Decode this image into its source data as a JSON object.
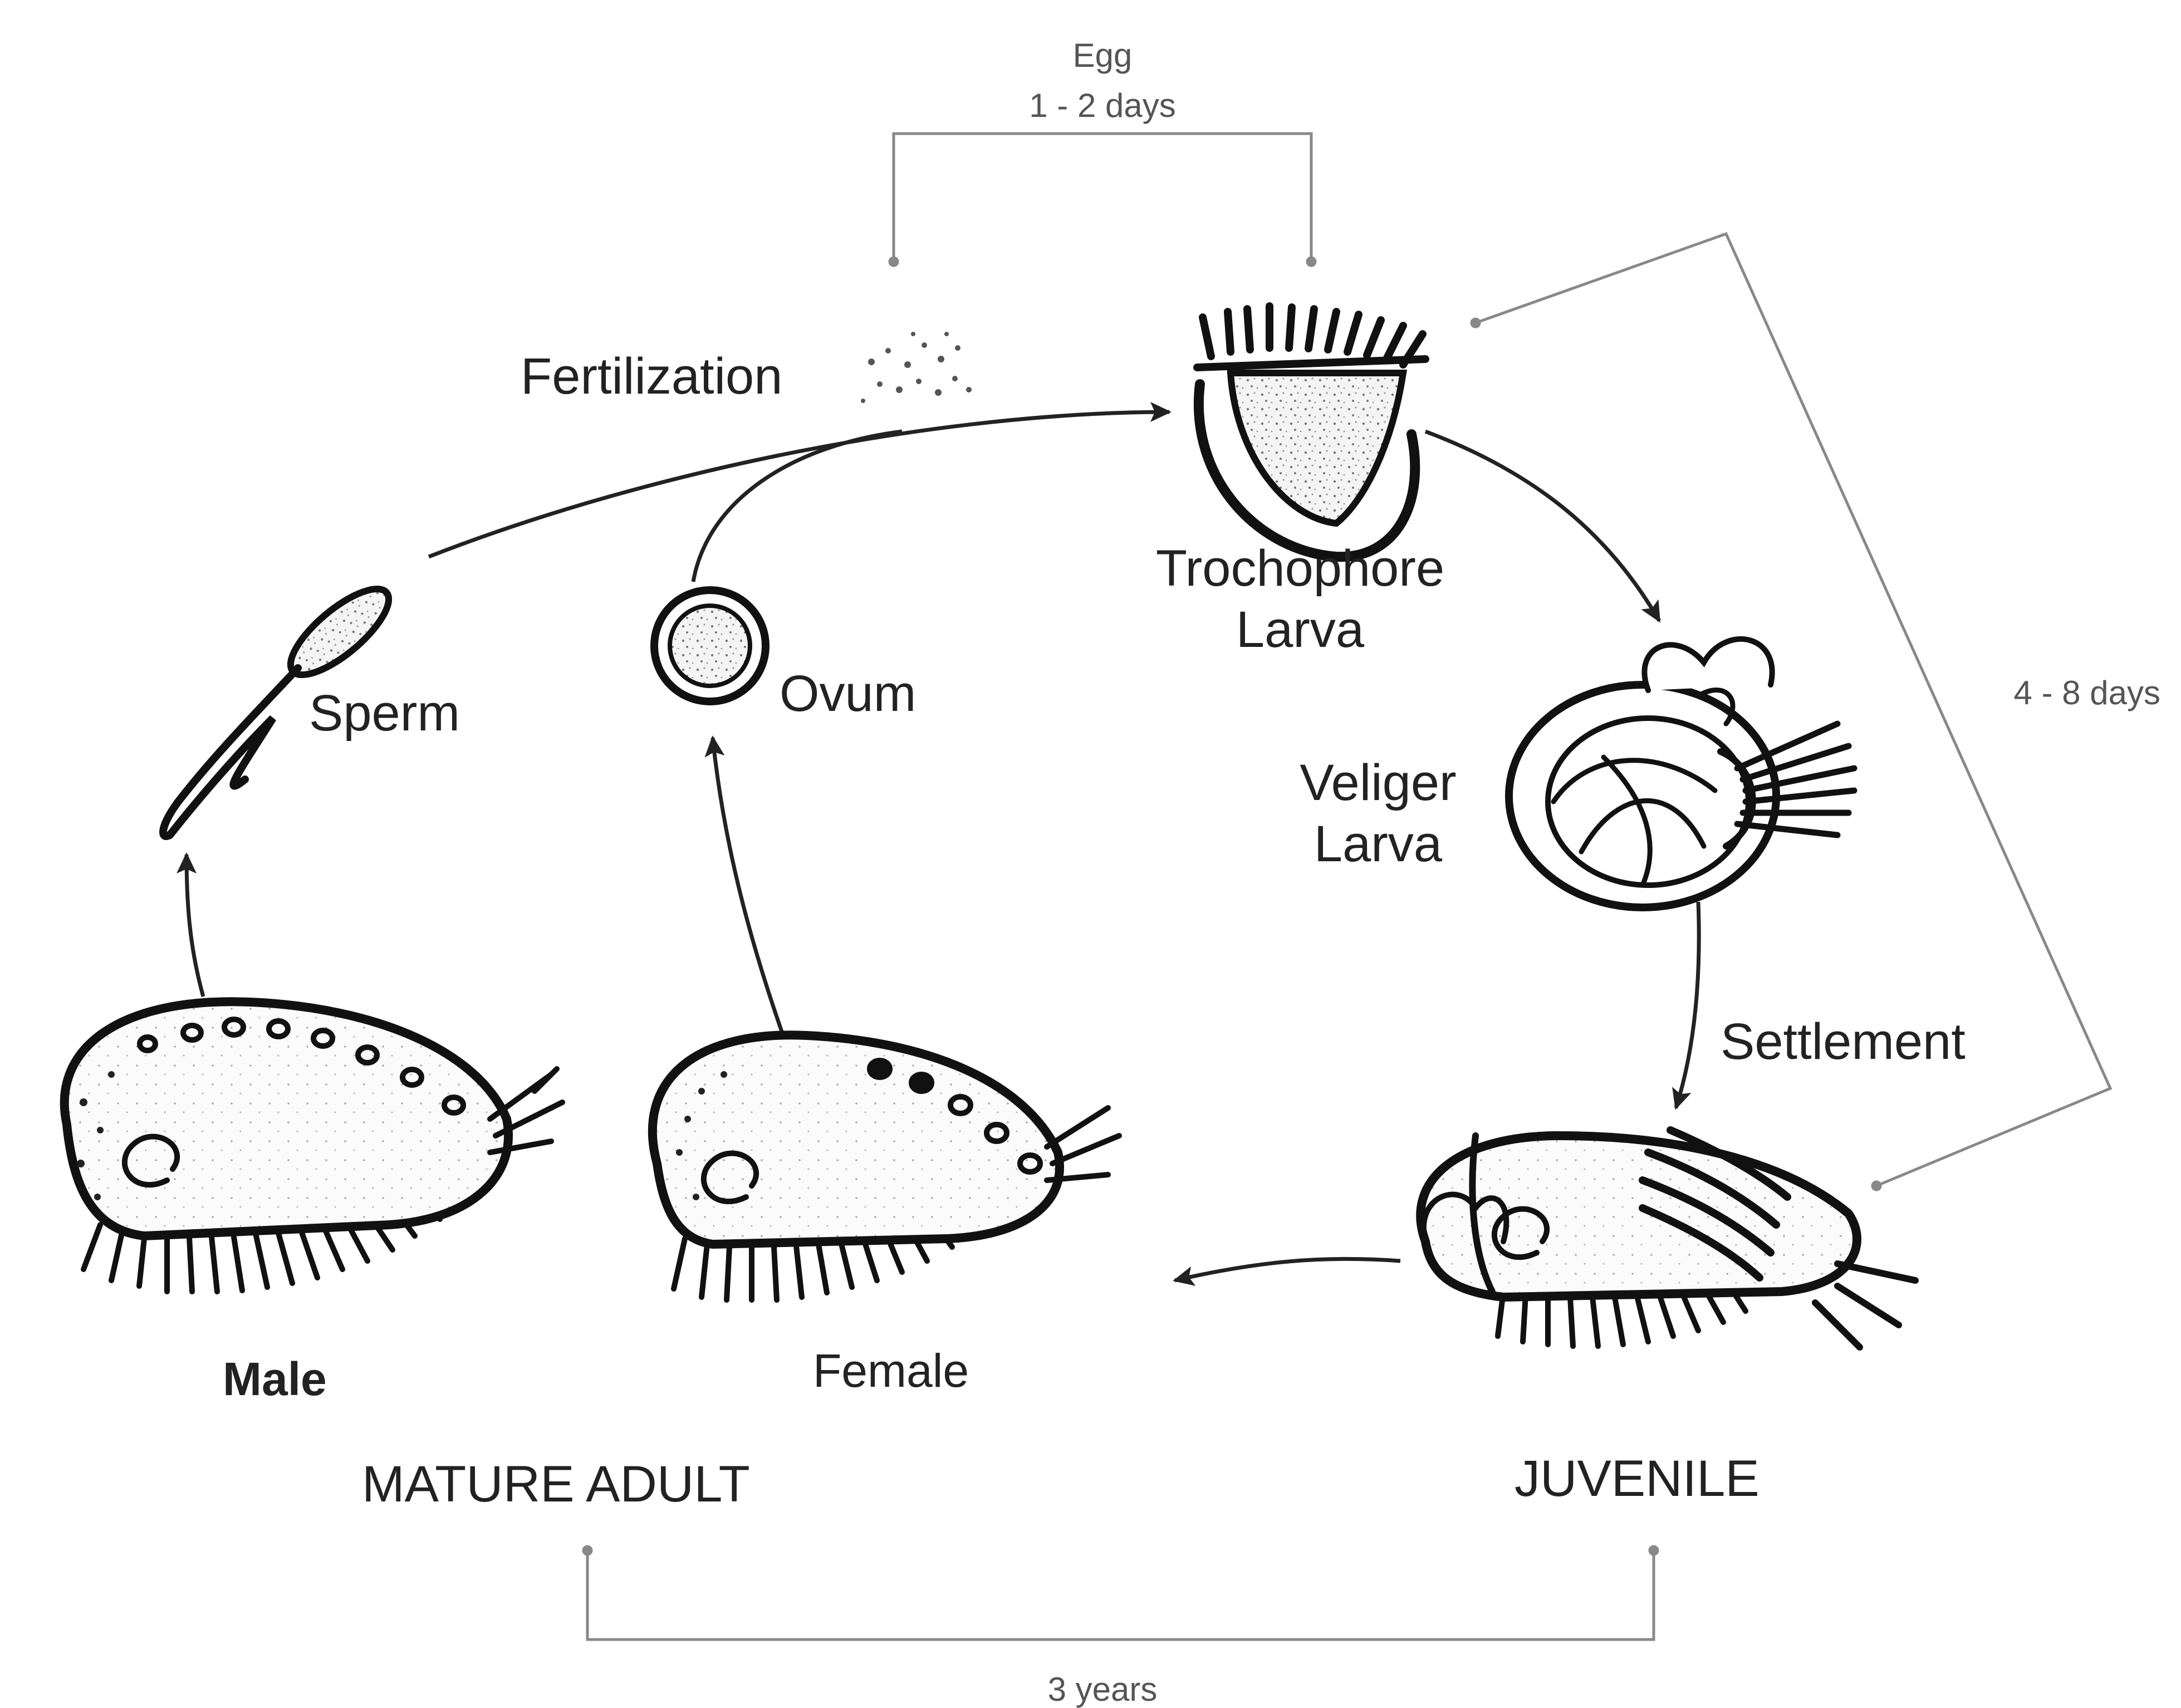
{
  "timings": {
    "egg_label": "Egg",
    "egg_duration": "1 - 2 days",
    "larval_duration": "4 - 8 days",
    "maturation_duration": "3 years"
  },
  "stages": {
    "fertilization": "Fertilization",
    "trochophore_line1": "Trochophore",
    "trochophore_line2": "Larva",
    "veliger_line1": "Veliger",
    "veliger_line2": "Larva",
    "settlement": "Settlement",
    "sperm": "Sperm",
    "ovum": "Ovum",
    "male": "Male",
    "female": "Female",
    "mature_adult": "MATURE ADULT",
    "juvenile": "JUVENILE"
  }
}
